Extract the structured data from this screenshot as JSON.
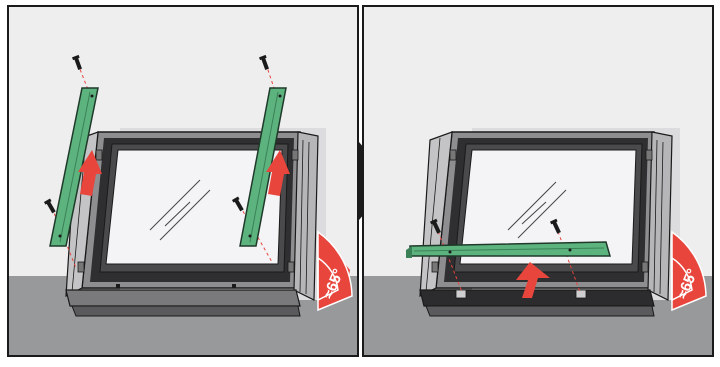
{
  "diagram": {
    "panels": [
      {
        "id": "step-1",
        "angle_label": "≈65°"
      },
      {
        "id": "step-2",
        "angle_label": "≈65°"
      }
    ],
    "colors": {
      "wall": "#eeeeef",
      "floor": "#98999b",
      "frame_border": "#1a1a1a",
      "bracket_green": "#5db37e",
      "arrow_red": "#e8453c",
      "angle_wedge": "#e8453c",
      "glass": "#f4f4f6",
      "window_frame": "#3a3a3a",
      "separator_arrow": "#1b1b1b"
    },
    "icons": [
      "screw-icon",
      "up-arrow-icon",
      "step-arrow-icon",
      "angle-wedge-icon"
    ]
  }
}
